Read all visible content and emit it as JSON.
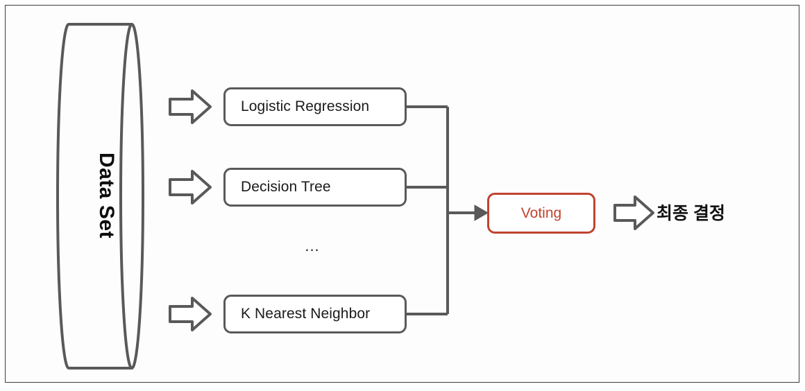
{
  "diagram": {
    "title": "Voting Ensemble Diagram",
    "background": "#ffffff",
    "frame_color": "#3b3b3b",
    "line_color": "#595959",
    "accent_color": "#C0432F",
    "text_color": "#1a1a1a"
  },
  "dataset": {
    "label": "Data Set",
    "shape": "cylinder-horizontal",
    "icon": "database-cylinder-icon"
  },
  "feed_arrows": [
    {
      "name": "feed-arrow-1",
      "icon": "arrow-right-outline-icon"
    },
    {
      "name": "feed-arrow-2",
      "icon": "arrow-right-outline-icon"
    },
    {
      "name": "feed-arrow-3",
      "icon": "arrow-right-outline-icon"
    }
  ],
  "models": [
    {
      "label": "Logistic Regression"
    },
    {
      "label": "Decision Tree"
    },
    {
      "label": "K Nearest Neighbor"
    }
  ],
  "ellipsis": "...",
  "aggregator": {
    "label": "Voting",
    "color": "#C0432F"
  },
  "output_arrow": {
    "icon": "arrow-right-outline-icon"
  },
  "output": {
    "label": "최종 결정"
  }
}
